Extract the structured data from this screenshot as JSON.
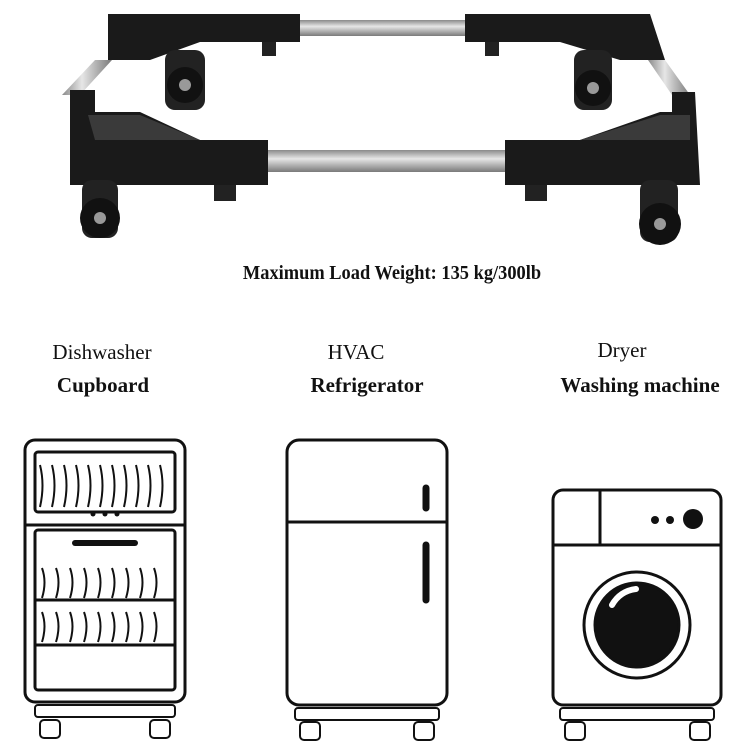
{
  "headline": "Maximum Load Weight: 135 kg/300lb",
  "categories": [
    {
      "line1": "Dishwasher",
      "line2": "Cupboard"
    },
    {
      "line1": "HVAC",
      "line2": "Refrigerator"
    },
    {
      "line1": "Dryer",
      "line2": "Washing machine"
    }
  ],
  "colors": {
    "frame": "#1a1a1a",
    "tube": "#b8b8b8",
    "outline": "#111111"
  }
}
